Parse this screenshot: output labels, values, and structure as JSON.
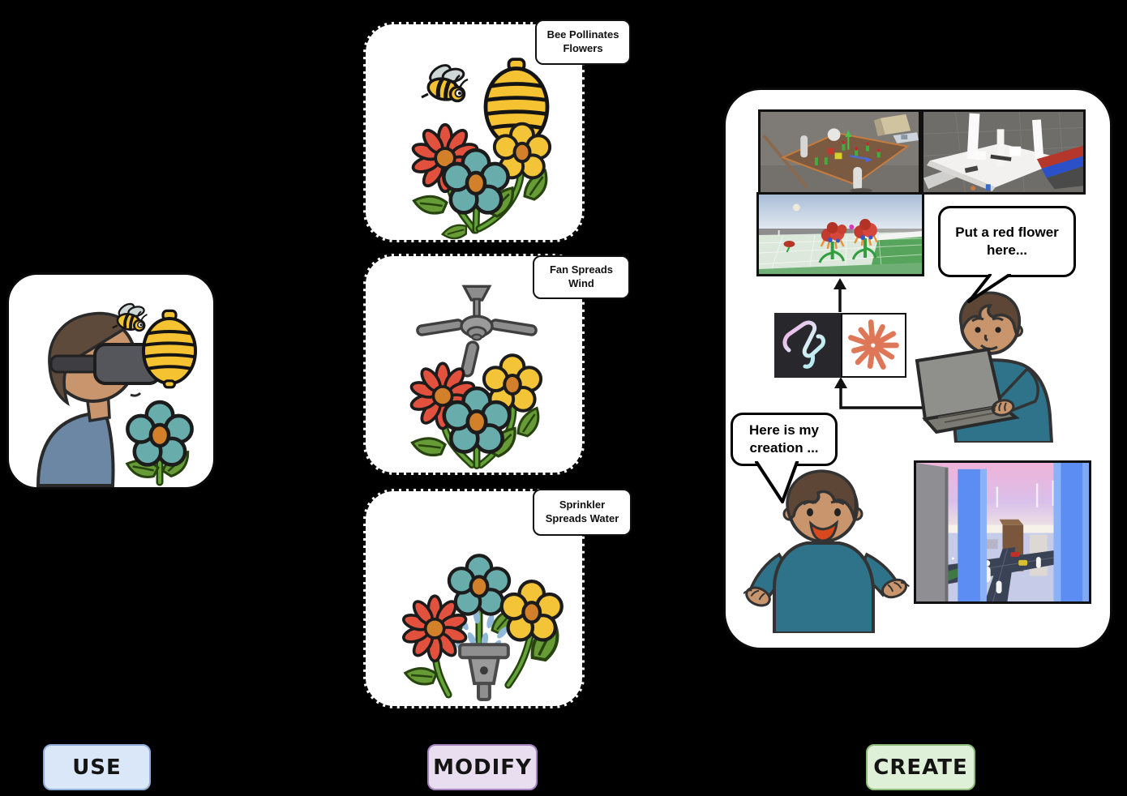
{
  "figure": {
    "background": "#000000",
    "stages": [
      {
        "id": "use",
        "label": "USE",
        "bg": "#d9e7f8",
        "border": "#8fadd9"
      },
      {
        "id": "modify",
        "label": "MODIFY",
        "bg": "#e9def0",
        "border": "#a583c0"
      },
      {
        "id": "create",
        "label": "CREATE",
        "bg": "#dff0d9",
        "border": "#8cba77"
      }
    ]
  },
  "use_section": {
    "illustration": "child-wearing-vr-headset-viewing-flower-bee-beehive"
  },
  "modify_section": {
    "cards": [
      {
        "label": "Bee Pollinates Flowers",
        "illustration": "bee-beehive-and-flowers"
      },
      {
        "label": "Fan Spreads Wind",
        "illustration": "ceiling-fan-and-flowers"
      },
      {
        "label": "Sprinkler Spreads Water",
        "illustration": "sprinkler-watering-flowers"
      }
    ]
  },
  "create_section": {
    "screenshots": [
      {
        "name": "vr-sandbox-table-scene"
      },
      {
        "name": "white-blocks-build-scene"
      },
      {
        "name": "red-flowers-garden-scene"
      },
      {
        "name": "city-street-scene"
      }
    ],
    "speech_bubbles": [
      {
        "speaker": "child-at-laptop",
        "text": "Put a red flower here..."
      },
      {
        "speaker": "child-presenting",
        "text": "Here is my creation ..."
      }
    ],
    "logos": [
      {
        "name": "squiggle-ai-logo",
        "bg": "#28282c"
      },
      {
        "name": "claude-spark-logo",
        "color": "#dd7757"
      }
    ],
    "palette": {
      "flower_red": "#e2513d",
      "flower_teal": "#68adab",
      "flower_yellow": "#f3c437",
      "flower_center": "#d3802a",
      "hive_yellow": "#f5c232",
      "leaf_green": "#669b35",
      "shirt_teal": "#2e7389",
      "droplet_blue": "#8fb8d9"
    }
  }
}
